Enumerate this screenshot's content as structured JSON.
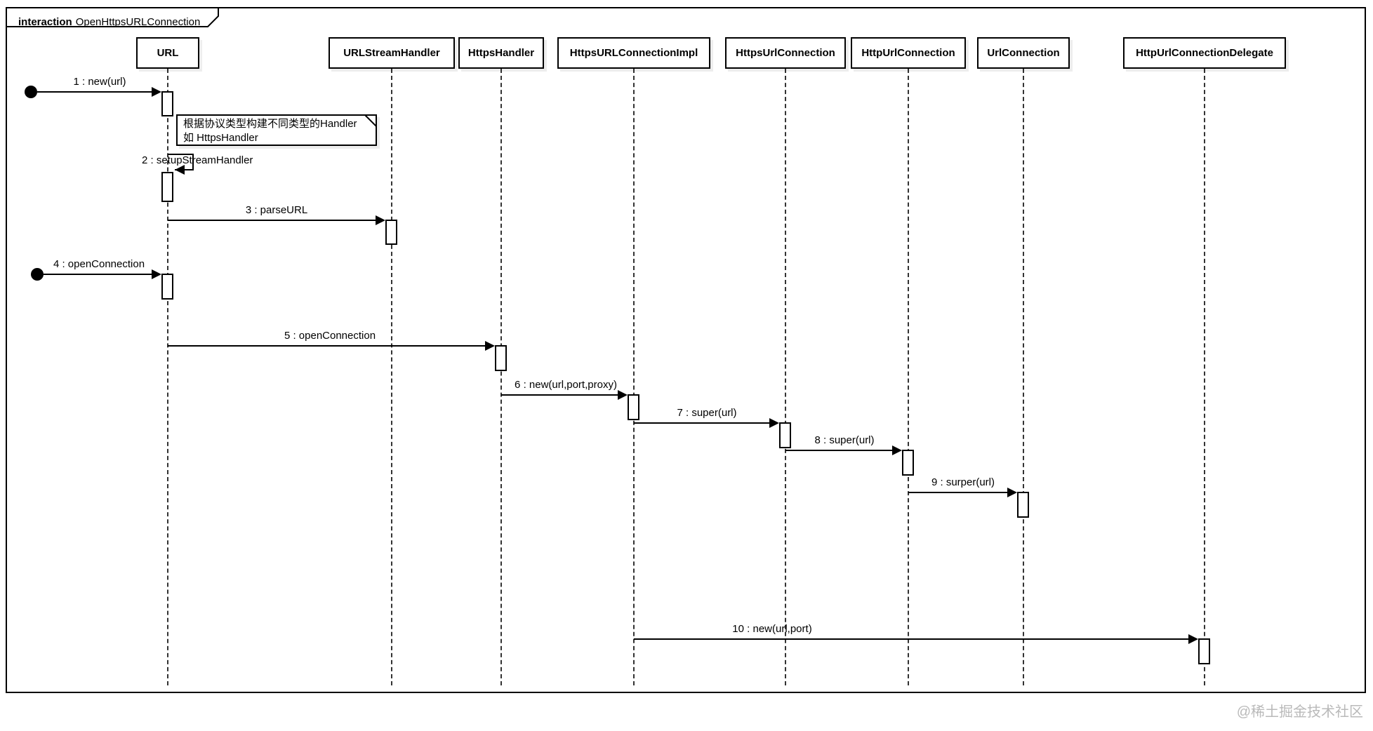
{
  "frame": {
    "keyword": "interaction",
    "title": "OpenHttpsURLConnection"
  },
  "lifelines": [
    {
      "name": "URL"
    },
    {
      "name": "URLStreamHandler"
    },
    {
      "name": "HttpsHandler"
    },
    {
      "name": "HttpsURLConnectionImpl"
    },
    {
      "name": "HttpsUrlConnection"
    },
    {
      "name": "HttpUrlConnection"
    },
    {
      "name": "UrlConnection"
    },
    {
      "name": "HttpUrlConnectionDelegate"
    }
  ],
  "messages": [
    {
      "label": "1 : new(url)",
      "kind": "found",
      "from": "start",
      "to": "URL"
    },
    {
      "label": "2 : setupStreamHandler",
      "kind": "self",
      "from": "URL",
      "to": "URL"
    },
    {
      "label": "3 : parseURL",
      "kind": "call",
      "from": "URL",
      "to": "URLStreamHandler"
    },
    {
      "label": "4 : openConnection",
      "kind": "found",
      "from": "start",
      "to": "URL"
    },
    {
      "label": "5 : openConnection",
      "kind": "call",
      "from": "URL",
      "to": "HttpsHandler"
    },
    {
      "label": "6 : new(url,port,proxy)",
      "kind": "call",
      "from": "HttpsHandler",
      "to": "HttpsURLConnectionImpl"
    },
    {
      "label": "7 : super(url)",
      "kind": "call",
      "from": "HttpsURLConnectionImpl",
      "to": "HttpsUrlConnection"
    },
    {
      "label": "8 : super(url)",
      "kind": "call",
      "from": "HttpsUrlConnection",
      "to": "HttpUrlConnection"
    },
    {
      "label": "9 : surper(url)",
      "kind": "call",
      "from": "HttpUrlConnection",
      "to": "UrlConnection"
    },
    {
      "label": "10 : new(url,port)",
      "kind": "call",
      "from": "HttpsURLConnectionImpl",
      "to": "HttpUrlConnectionDelegate"
    }
  ],
  "note": {
    "line1": "根据协议类型构建不同类型的Handler",
    "line2": "如 HttpsHandler"
  },
  "watermark": "@稀土掘金技术社区",
  "colors": {
    "line": "#000000",
    "background": "#ffffff",
    "watermark": "#b9b9b9"
  }
}
